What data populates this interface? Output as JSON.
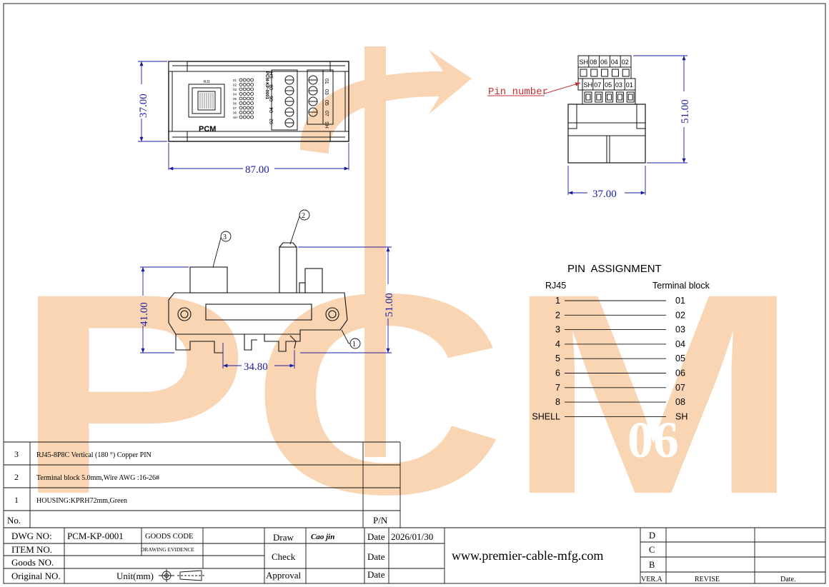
{
  "brand": {
    "watermark": "PCM",
    "watermark_suffix": "06",
    "watermark_color": "#f7c79a"
  },
  "drawing": {
    "top_view": {
      "width_dim": "87.00",
      "height_dim": "37.00",
      "logo_text": "PCM",
      "part_text": "PCM-KP-0001",
      "rj_label": "RJ1",
      "pin_rows": [
        "01",
        "02",
        "03",
        "04",
        "05",
        "06",
        "07",
        "08",
        "SH"
      ],
      "terminal_top": [
        "02",
        "04",
        "06",
        "08",
        "SH"
      ],
      "terminal_bot": [
        "01",
        "03",
        "05",
        "07",
        "SH"
      ]
    },
    "side_view": {
      "width_dim": "37.00",
      "height_dim": "51.00",
      "pin_label": "Pin number",
      "row_top": [
        "SH",
        "08",
        "06",
        "04",
        "02"
      ],
      "row_bot": [
        "SH",
        "07",
        "05",
        "03",
        "01"
      ]
    },
    "front_view": {
      "height_left": "41.00",
      "height_right": "51.00",
      "width_dim": "34.80",
      "callouts": [
        "1",
        "2",
        "3"
      ]
    }
  },
  "pin_assignment": {
    "title": "PIN  ASSIGNMENT",
    "left_header": "RJ45",
    "right_header": "Terminal block",
    "rows": [
      {
        "rj45": "1",
        "terminal": "01"
      },
      {
        "rj45": "2",
        "terminal": "02"
      },
      {
        "rj45": "3",
        "terminal": "03"
      },
      {
        "rj45": "4",
        "terminal": "04"
      },
      {
        "rj45": "5",
        "terminal": "05"
      },
      {
        "rj45": "6",
        "terminal": "06"
      },
      {
        "rj45": "7",
        "terminal": "07"
      },
      {
        "rj45": "8",
        "terminal": "08"
      },
      {
        "rj45": "SHELL",
        "terminal": "SH"
      }
    ]
  },
  "bom": {
    "rows": [
      {
        "no": "3",
        "desc": "RJ45-8P8C  Vertical (180 °) Copper PIN"
      },
      {
        "no": "2",
        "desc": "Terminal block 5.0mm,Wire AWG :16-26#"
      },
      {
        "no": "1",
        "desc": "HOUSING:KPRH72mm,Green"
      }
    ],
    "header_no": "No.",
    "header_pn": "P/N"
  },
  "title_block": {
    "dwg_no_label": "DWG NO:",
    "dwg_no_value": "PCM-KP-0001",
    "goods_code_label": "GOODS CODE",
    "item_no_label": "ITEM NO.",
    "drawing_evidence_label": "DRAWING EVIDENCE",
    "goods_no_label": "Goods NO.",
    "original_no_label": "Original NO.",
    "unit_label": "Unit(mm)",
    "draw_label": "Draw",
    "draw_signature": "Cao jin",
    "check_label": "Check",
    "approval_label": "Approval",
    "date_label": "Date",
    "date_value": "2026/01/30",
    "website": "www.premier-cable-mfg.com",
    "rev_letters": [
      "D",
      "C",
      "B"
    ],
    "ver_label": "VER.A",
    "revise_label": "REVISE",
    "date_col_label": "Date."
  }
}
